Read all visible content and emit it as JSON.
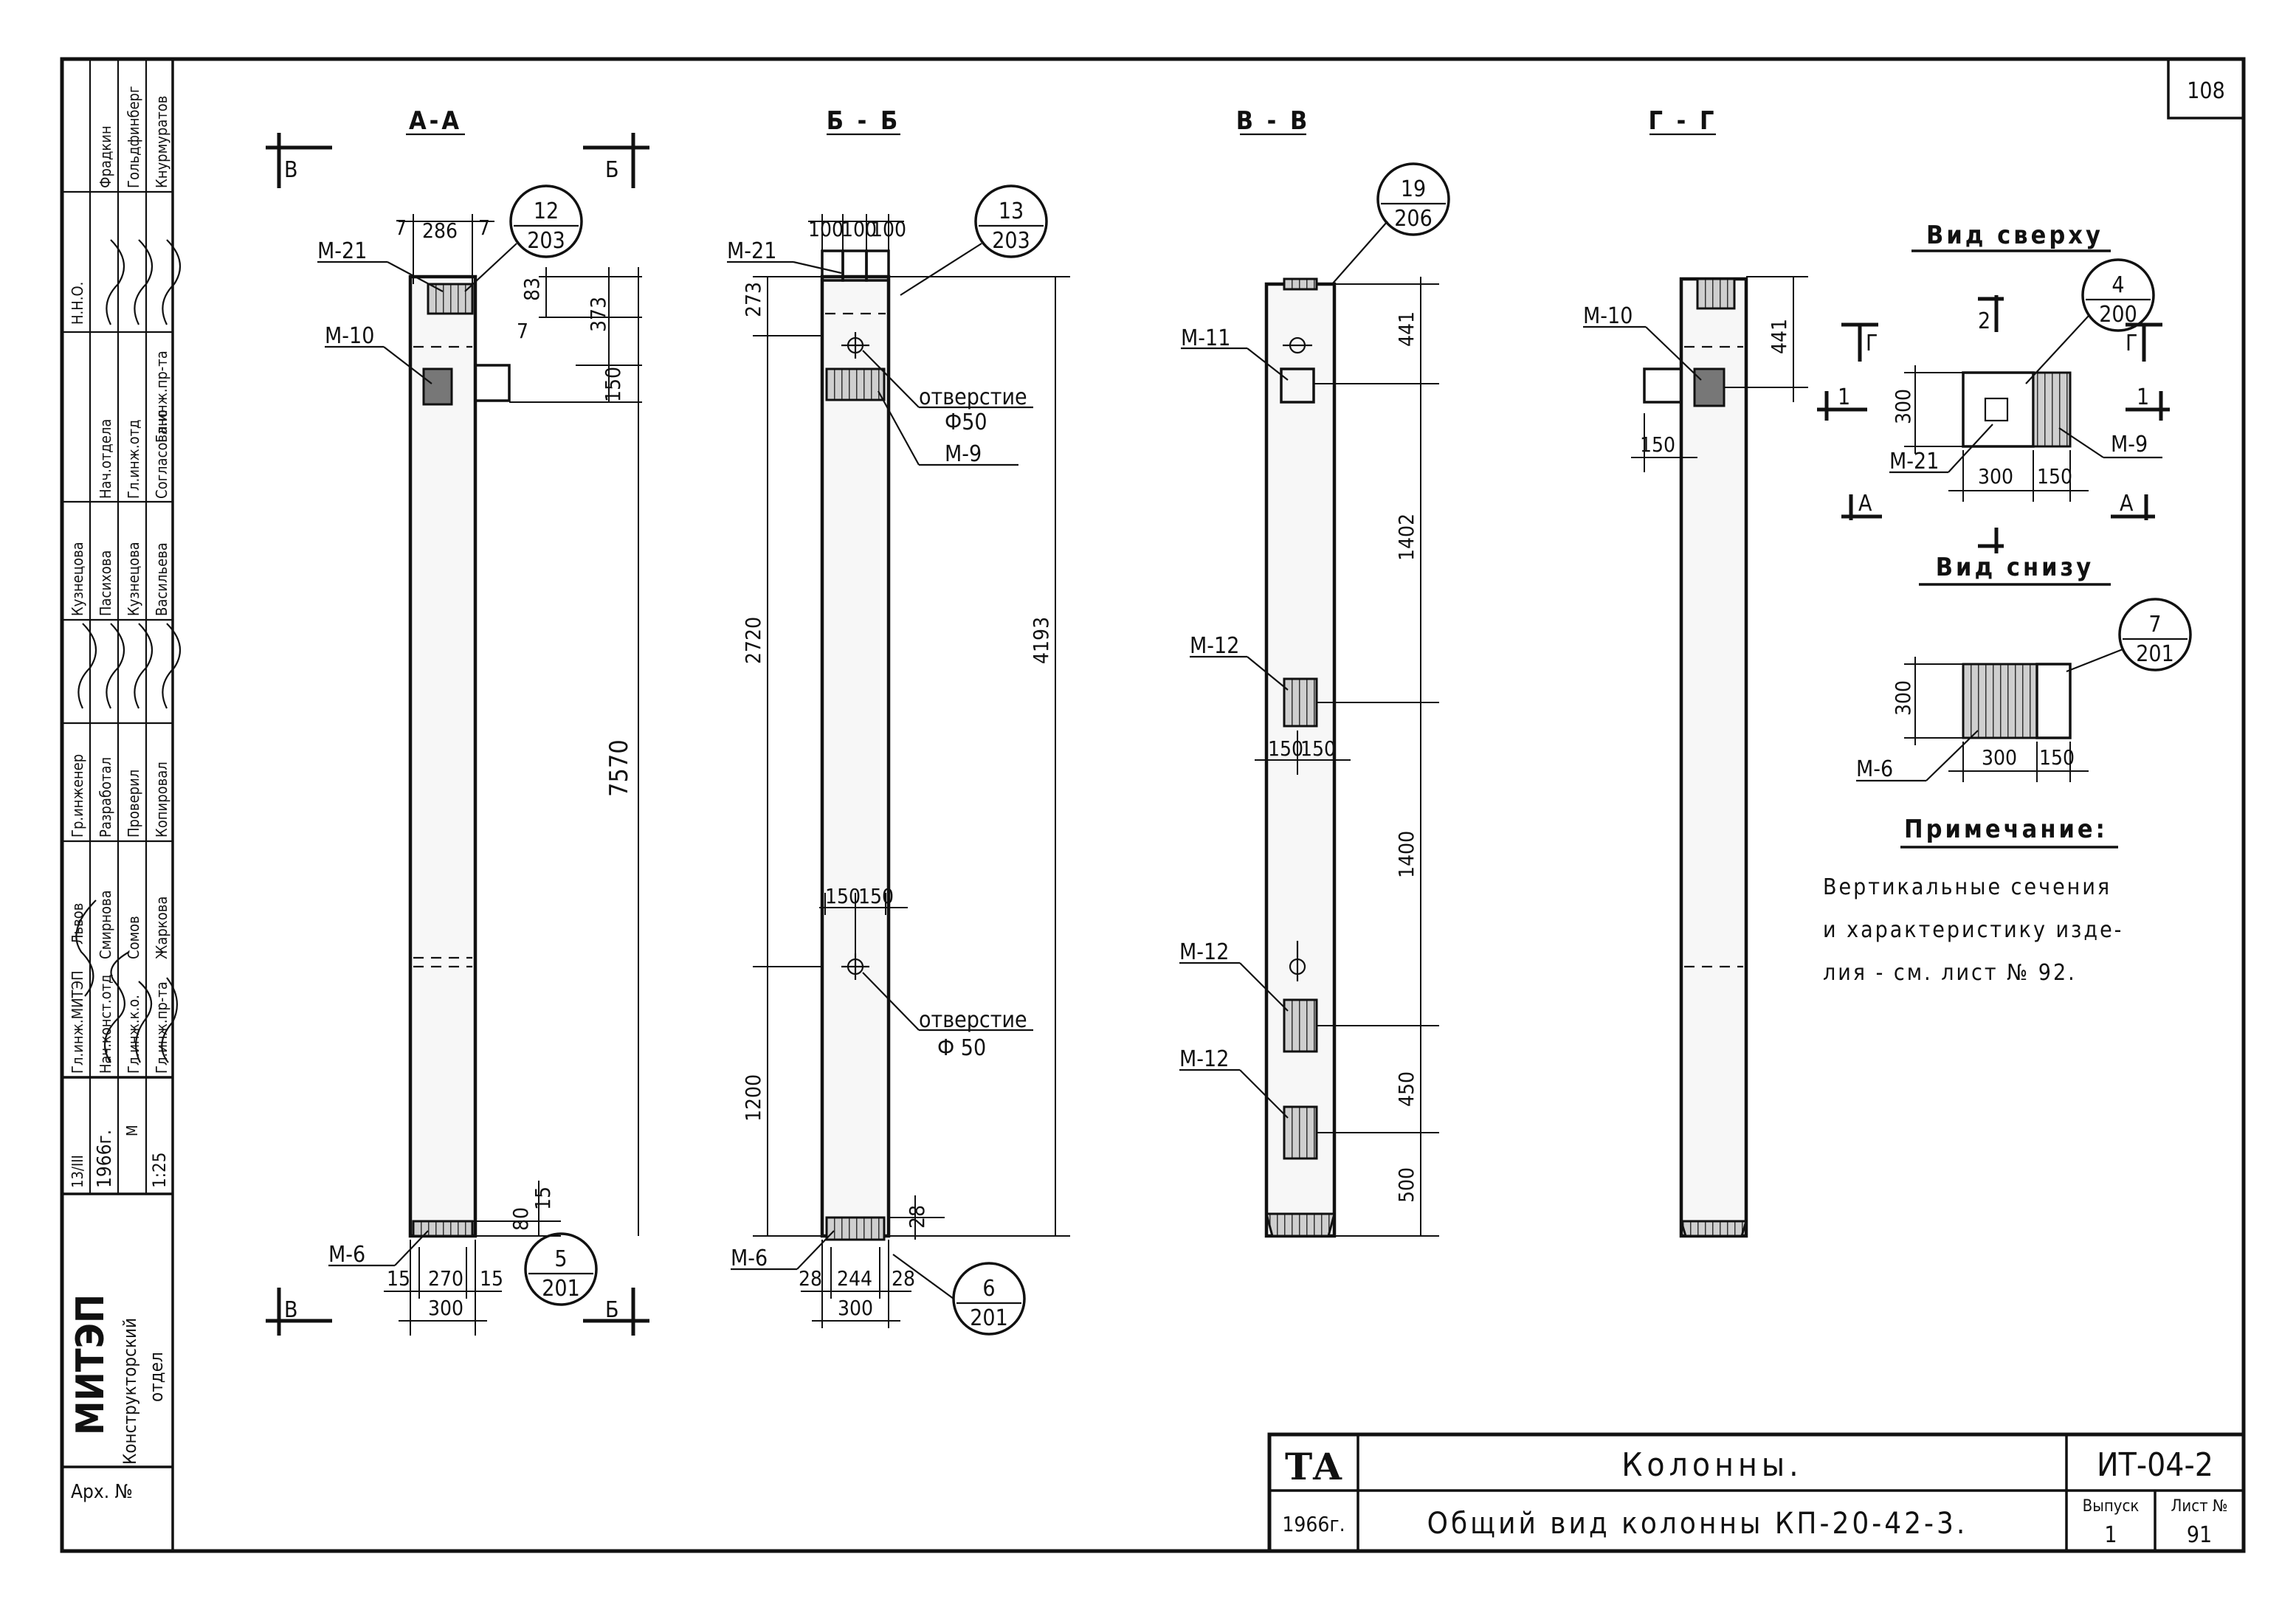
{
  "sheet": {
    "page_number": "108",
    "organization": "МИТЭП",
    "department_line1": "Конструкторский",
    "department_line2": "отдел",
    "archive_label": "Арх. №",
    "date_code": "13/III",
    "year": "1966г.",
    "scale_label": "М",
    "scale_value": "1:25"
  },
  "stamp": {
    "roles": [
      "Гл.инж.МИТЭП",
      "Нач.конст.отд",
      "Гл.инж.к.о.",
      "Гл.инж.пр-та",
      "Гр.инженер",
      "Разработал",
      "Проверил",
      "Копировал",
      "Согласовано",
      "Нач.отдела",
      "Гл.инж.отд",
      "Гл.инж.пр-та",
      "Н.Н.О."
    ],
    "names": [
      "Львов",
      "Смирнова",
      "Сомов",
      "Жаркова",
      "Кузнецова",
      "Пасихова",
      "Кузнецова",
      "Васильева",
      "Фрадкин",
      "Гольдфинберг",
      "Кнурмуратов"
    ]
  },
  "sections": {
    "a": {
      "title": "А-А",
      "cut_top_left": "В",
      "cut_top_right": "Б",
      "cut_bottom_left": "В",
      "cut_bottom_right": "Б",
      "callout_top_num": "12",
      "callout_top_den": "203",
      "callout_bottom_num": "5",
      "callout_bottom_den": "201",
      "m21": "М-21",
      "m10": "М-10",
      "m6": "М-6",
      "d_top_7a": "7",
      "d_top_286": "286",
      "d_top_7b": "7",
      "d_83": "83",
      "d_7": "7",
      "d_373": "373",
      "d_150": "150",
      "d_7570": "7570",
      "d_80": "80",
      "d_15": "15",
      "d_bot_15a": "15",
      "d_bot_270": "270",
      "d_bot_15b": "15",
      "d_300": "300"
    },
    "b": {
      "title": "Б - Б",
      "callout_top_num": "13",
      "callout_top_den": "203",
      "callout_bottom_num": "6",
      "callout_bottom_den": "201",
      "m21": "М-21",
      "m9": "М-9",
      "m6": "М-6",
      "d_100a": "100",
      "d_100b": "100",
      "d_100c": "100",
      "d_273": "273",
      "d_2720": "2720",
      "d_4193": "4193",
      "d_150a": "150",
      "d_150b": "150",
      "d_1200": "1200",
      "d_28": "28",
      "d_bot_28a": "28",
      "d_bot_244": "244",
      "d_bot_28b": "28",
      "d_300": "300",
      "hole1_label": "отверстие",
      "hole1_size": "Ф50",
      "hole2_label": "отверстие",
      "hole2_size": "Ф 50"
    },
    "v": {
      "title": "В - В",
      "callout_num": "19",
      "callout_den": "206",
      "m11": "М-11",
      "m12a": "М-12",
      "m12b": "М-12",
      "m12c": "М-12",
      "d_441": "441",
      "d_1402": "1402",
      "d_150a": "150",
      "d_150b": "150",
      "d_1400": "1400",
      "d_450": "450",
      "d_500": "500"
    },
    "g": {
      "title": "Г - Г",
      "m10": "М-10",
      "d_441": "441",
      "d_150": "150"
    }
  },
  "top_view": {
    "title": "Вид сверху",
    "callout_num": "4",
    "callout_den": "200",
    "cut_2": "2",
    "cut_g_left": "Г",
    "cut_g_right": "Г",
    "cut_1_left": "1",
    "cut_1_right": "1",
    "cut_a_left": "А",
    "cut_a_right": "А",
    "m21": "М-21",
    "m9": "М-9",
    "d_300_v": "300",
    "d_300_h": "300",
    "d_150": "150"
  },
  "bottom_view": {
    "title": "Вид снизу",
    "callout_num": "7",
    "callout_den": "201",
    "m6": "М-6",
    "d_300_v": "300",
    "d_300_h": "300",
    "d_150": "150"
  },
  "note": {
    "title": "Примечание:",
    "line1": "Вертикальные сечения",
    "line2": "и характеристику изде-",
    "line3": "лия - см. лист № 92."
  },
  "title_block": {
    "code": "ТА",
    "year": "1966г.",
    "name": "Колонны.",
    "subtitle": "Общий вид колонны КП-20-42-3.",
    "series": "ИТ-04-2",
    "issue_label": "Выпуск",
    "issue_value": "1",
    "sheet_label": "Лист №",
    "sheet_value": "91"
  }
}
